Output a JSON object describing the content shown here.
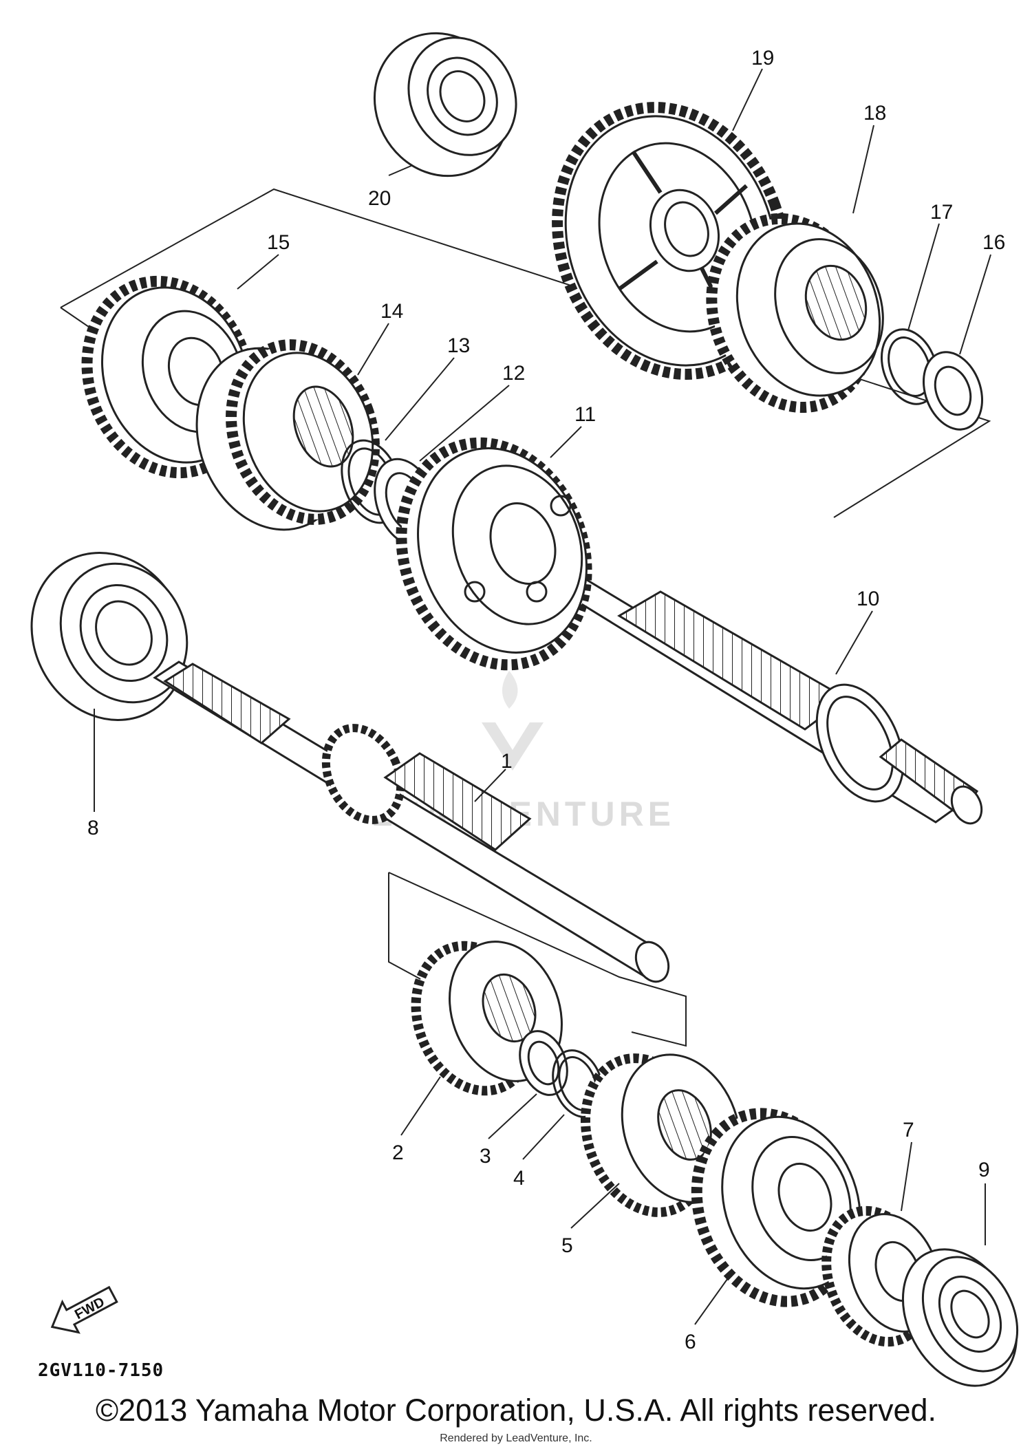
{
  "diagram": {
    "part_labels": [
      "1",
      "2",
      "3",
      "4",
      "5",
      "6",
      "7",
      "8",
      "9",
      "10",
      "11",
      "12",
      "13",
      "14",
      "15",
      "16",
      "17",
      "18",
      "19",
      "20"
    ],
    "figure_code": "2GV110-7150",
    "fwd_arrow_text": "FWD",
    "watermark_text": "LEADVENTURE"
  },
  "footer": {
    "copyright": "©2013 Yamaha Motor Corporation, U.S.A. All rights reserved.",
    "rendered_by": "Rendered by LeadVenture, Inc."
  }
}
